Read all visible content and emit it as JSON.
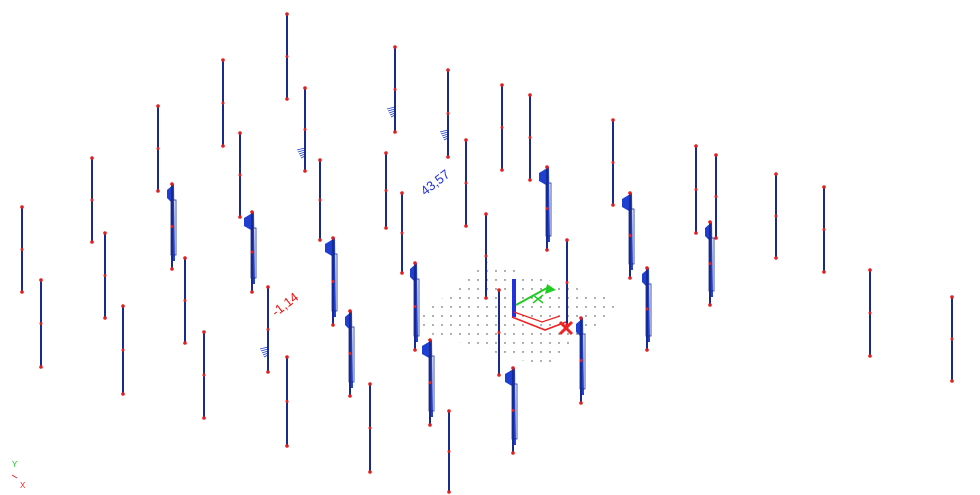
{
  "annotations": {
    "max_value": "43,57",
    "min_value": "-1,14"
  },
  "triad": {
    "y_label": "Y",
    "x_label": "X"
  },
  "colors": {
    "member": "#1a2a8c",
    "node": "#e02020",
    "diagram_fill": "#1f3fd0",
    "max_text": "#2233dd",
    "min_text": "#ee1111",
    "axis_x": "#ee2222",
    "axis_y": "#22cc22",
    "axis_z": "#2233dd"
  }
}
